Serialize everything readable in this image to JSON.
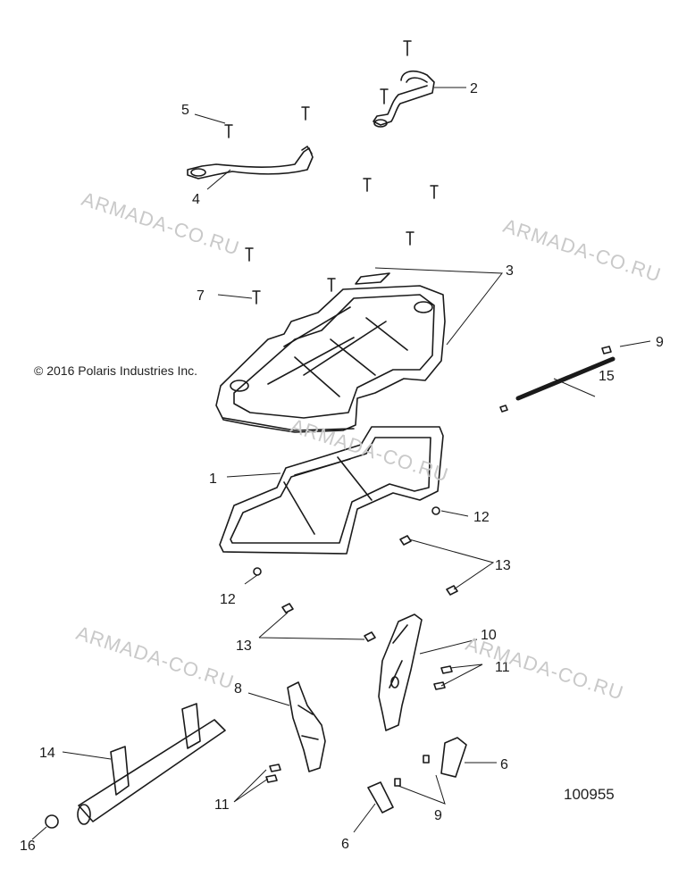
{
  "copyright": "© 2016 Polaris Industries Inc.",
  "diagram_number": "100955",
  "watermark": "ARMADA-CO.RU",
  "callouts": [
    "1",
    "2",
    "3",
    "4",
    "5",
    "6",
    "6",
    "7",
    "8",
    "9",
    "9",
    "10",
    "11",
    "11",
    "12",
    "12",
    "13",
    "13",
    "14",
    "15",
    "16"
  ],
  "colors": {
    "line": "#1a1a1a",
    "watermark": "#c9c9c9"
  }
}
